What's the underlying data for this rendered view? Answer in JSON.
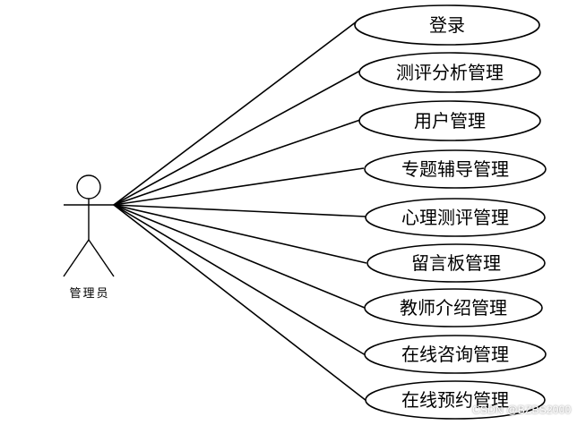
{
  "actor": {
    "label": "管理员"
  },
  "use_cases": [
    {
      "label": "登录"
    },
    {
      "label": "测评分析管理"
    },
    {
      "label": "用户管理"
    },
    {
      "label": "专题辅导管理"
    },
    {
      "label": "心理测评管理"
    },
    {
      "label": "留言板管理"
    },
    {
      "label": "教师介绍管理"
    },
    {
      "label": "在线咨询管理"
    },
    {
      "label": "在线预约管理"
    }
  ],
  "watermark": "CSDN @BZBS2000"
}
